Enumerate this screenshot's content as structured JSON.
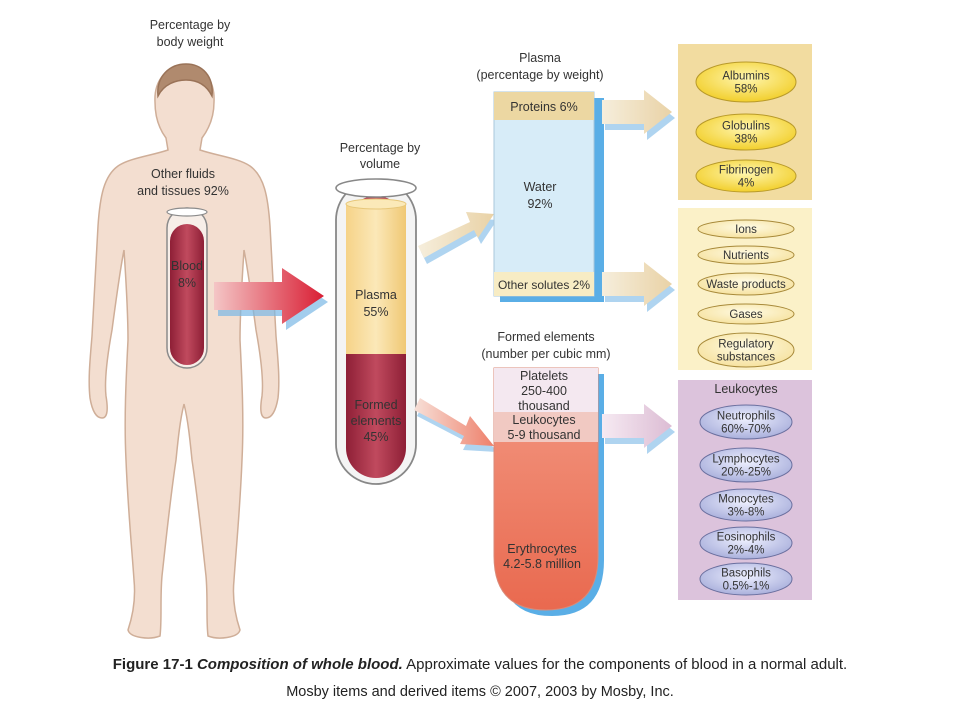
{
  "body": {
    "heading": [
      "Percentage by",
      "body weight"
    ],
    "other_label": [
      "Other fluids",
      "and tissues 92%"
    ],
    "blood_label": [
      "Blood",
      "8%"
    ],
    "blood_percent": 8
  },
  "tube": {
    "heading": [
      "Percentage by",
      "volume"
    ],
    "plasma_label": [
      "Plasma",
      "55%"
    ],
    "formed_label": [
      "Formed",
      "elements",
      "45%"
    ],
    "plasma_percent": 55,
    "formed_percent": 45
  },
  "plasma": {
    "heading": [
      "Plasma",
      "(percentage by weight)"
    ],
    "proteins": "Proteins 6%",
    "water": [
      "Water",
      "92%"
    ],
    "other": "Other solutes 2%"
  },
  "proteins_box": {
    "items": [
      {
        "name": "Albumins",
        "value": "58%"
      },
      {
        "name": "Globulins",
        "value": "38%"
      },
      {
        "name": "Fibrinogen",
        "value": "4%"
      }
    ]
  },
  "solutes_box": {
    "items": [
      {
        "lines": [
          "Ions"
        ]
      },
      {
        "lines": [
          "Nutrients"
        ]
      },
      {
        "lines": [
          "Waste products"
        ]
      },
      {
        "lines": [
          "Gases"
        ]
      },
      {
        "lines": [
          "Regulatory",
          "substances"
        ]
      }
    ]
  },
  "formed": {
    "heading": [
      "Formed elements",
      "(number per cubic mm)"
    ],
    "platelets": [
      "Platelets",
      "250-400",
      "thousand"
    ],
    "leukocytes": [
      "Leukocytes",
      "5-9 thousand"
    ],
    "erythrocytes": [
      "Erythrocytes",
      "4.2-5.8 million"
    ]
  },
  "leukocytes_box": {
    "title": "Leukocytes",
    "items": [
      {
        "name": "Neutrophils",
        "value": "60%-70%"
      },
      {
        "name": "Lymphocytes",
        "value": "20%-25%"
      },
      {
        "name": "Monocytes",
        "value": "3%-8%"
      },
      {
        "name": "Eosinophils",
        "value": "2%-4%"
      },
      {
        "name": "Basophils",
        "value": "0.5%-1%"
      }
    ]
  },
  "caption": {
    "figure": "Figure 17-1",
    "title": "Composition of whole blood.",
    "text": "Approximate values for the components of blood in a normal adult."
  },
  "credit": "Mosby items and derived items © 2007, 2003 by Mosby, Inc.",
  "colors": {
    "blood": "#a8324a",
    "plasma": "#f5d99a",
    "water": "#cfe6f5",
    "proteins_bg": "#f2dca0",
    "solutes_bg": "#fbf1c8",
    "leuko_bg": "#dcc3dc",
    "erythro": "#f0826e",
    "arrow_red": "#d8283a"
  }
}
